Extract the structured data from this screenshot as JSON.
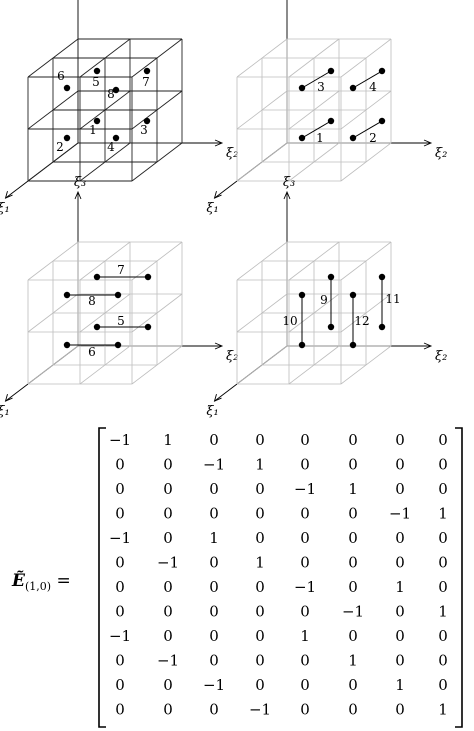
{
  "axes": {
    "x": "ξ₁",
    "y": "ξ₂",
    "z": "ξ₃"
  },
  "cube_label_sets": [
    [
      "6",
      "5",
      "8",
      "7",
      "2",
      "1",
      "4",
      "3"
    ],
    [
      "3",
      "4",
      "1",
      "2"
    ],
    [
      "7",
      "8",
      "5",
      "6"
    ],
    [
      "10",
      "9",
      "12",
      "11"
    ]
  ],
  "equation_label": "Ẽ(1,0) =",
  "matrix": [
    [
      "−1",
      "1",
      "0",
      "0",
      "0",
      "0",
      "0",
      "0"
    ],
    [
      "0",
      "0",
      "−1",
      "1",
      "0",
      "0",
      "0",
      "0"
    ],
    [
      "0",
      "0",
      "0",
      "0",
      "−1",
      "1",
      "0",
      "0"
    ],
    [
      "0",
      "0",
      "0",
      "0",
      "0",
      "0",
      "−1",
      "1"
    ],
    [
      "−1",
      "0",
      "1",
      "0",
      "0",
      "0",
      "0",
      "0"
    ],
    [
      "0",
      "−1",
      "0",
      "1",
      "0",
      "0",
      "0",
      "0"
    ],
    [
      "0",
      "0",
      "0",
      "0",
      "−1",
      "0",
      "1",
      "0"
    ],
    [
      "0",
      "0",
      "0",
      "0",
      "0",
      "−1",
      "0",
      "1"
    ],
    [
      "−1",
      "0",
      "0",
      "0",
      "1",
      "0",
      "0",
      "0"
    ],
    [
      "0",
      "−1",
      "0",
      "0",
      "0",
      "1",
      "0",
      "0"
    ],
    [
      "0",
      "0",
      "−1",
      "0",
      "0",
      "0",
      "1",
      "0"
    ],
    [
      "0",
      "0",
      "0",
      "−1",
      "0",
      "0",
      "0",
      "1"
    ]
  ]
}
